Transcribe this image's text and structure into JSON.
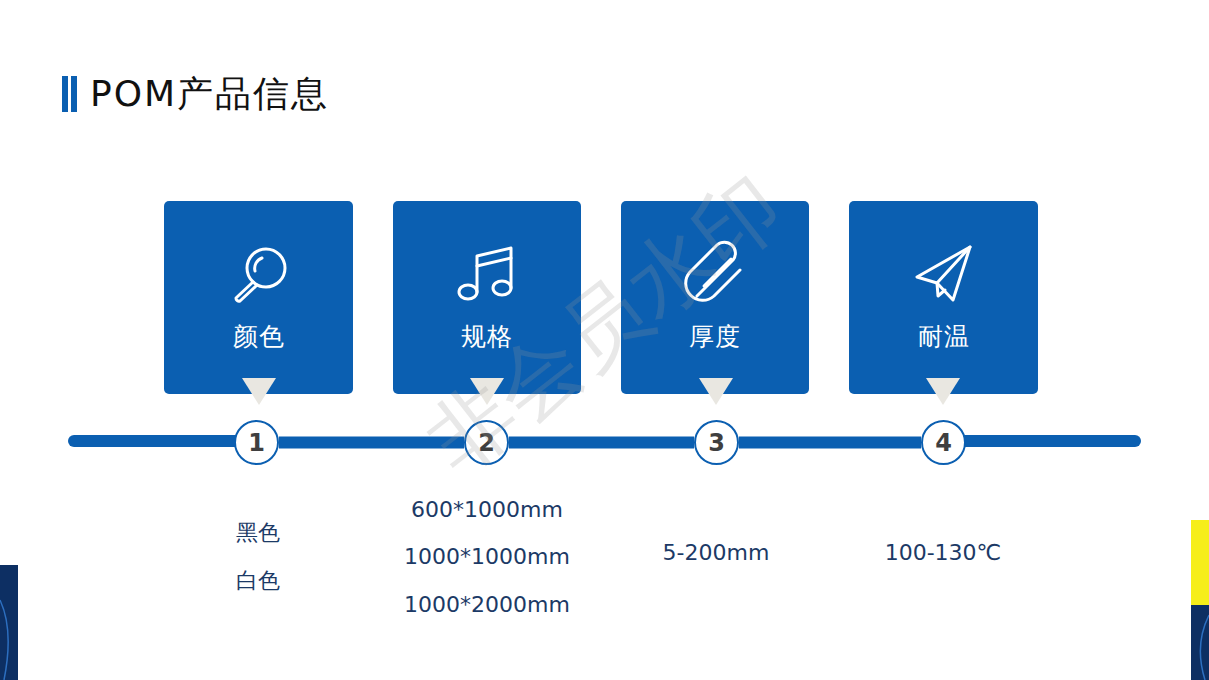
{
  "diagram": {
    "title": "POM产品信息",
    "nodes": [
      {
        "text": [
          "颜色"
        ]
      },
      {
        "text": [
          "规格"
        ]
      },
      {
        "text": [
          "厚度"
        ]
      },
      {
        "text": [
          "耐温"
        ]
      },
      {
        "text": [
          "1"
        ]
      },
      {
        "text": [
          "2"
        ]
      },
      {
        "text": [
          "3"
        ]
      },
      {
        "text": [
          "4"
        ]
      }
    ],
    "edges": [
      {
        "from": 4,
        "to": 5,
        "arrow": "none"
      },
      {
        "from": 5,
        "to": 6,
        "arrow": "none"
      },
      {
        "from": 6,
        "to": 7,
        "arrow": "none"
      }
    ],
    "labels": [
      "黑色",
      "白色",
      "600*1000mm",
      "1000*1000mm",
      "1000*2000mm",
      "5-200mm",
      "100-130℃",
      "非会员水印"
    ]
  }
}
